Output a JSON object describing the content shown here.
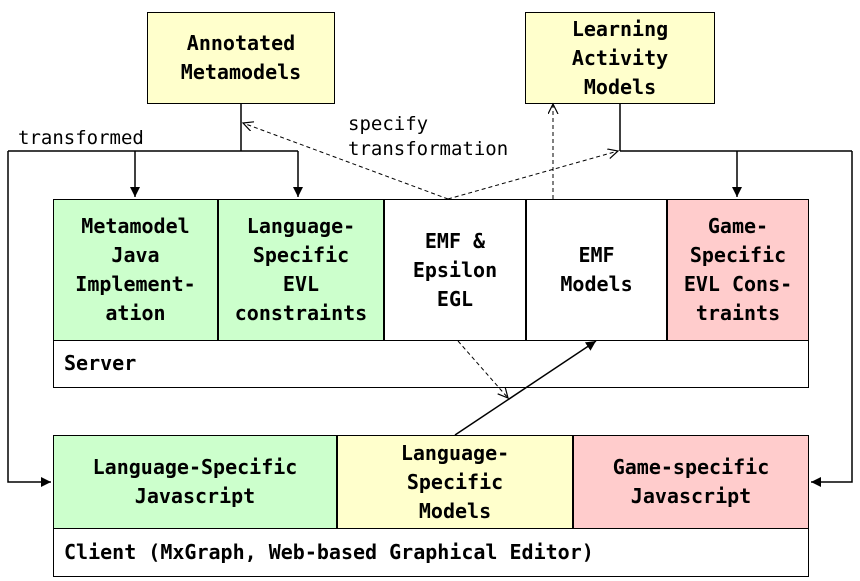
{
  "top_boxes": {
    "annotated_metamodels": "Annotated\nMetamodels",
    "learning_activity_models": "Learning\nActivity\nModels"
  },
  "server": {
    "label": "Server",
    "components": [
      {
        "id": "metamodel_java",
        "text": "Metamodel\nJava\nImplement-\nation",
        "color": "#ccffcc"
      },
      {
        "id": "language_evl",
        "text": "Language-\nSpecific\nEVL\nconstraints",
        "color": "#ccffcc"
      },
      {
        "id": "emf_epsilon",
        "text": "EMF &\nEpsilon\nEGL",
        "color": "#ffffff"
      },
      {
        "id": "emf_models",
        "text": "EMF\nModels",
        "color": "#ffffff"
      },
      {
        "id": "game_evl",
        "text": "Game-\nSpecific\nEVL Cons-\ntraints",
        "color": "#ffcccc"
      }
    ]
  },
  "client": {
    "label": "Client (MxGraph, Web-based Graphical Editor)",
    "components": [
      {
        "id": "language_js",
        "text": "Language-Specific\nJavascript",
        "color": "#ccffcc"
      },
      {
        "id": "language_models",
        "text": "Language-\nSpecific\nModels",
        "color": "#ffffcc"
      },
      {
        "id": "game_js",
        "text": "Game-specific\nJavascript",
        "color": "#ffcccc"
      }
    ]
  },
  "edge_labels": {
    "transformed": "transformed",
    "specify_transformation": "specify\ntransformation"
  }
}
